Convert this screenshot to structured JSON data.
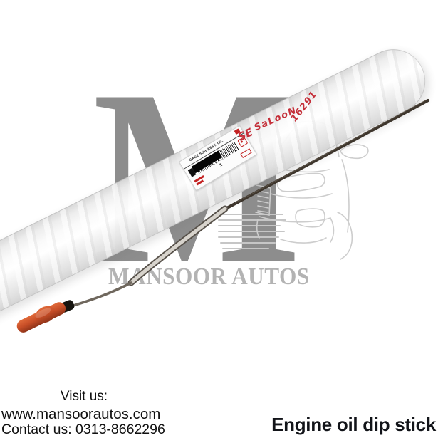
{
  "brand": {
    "watermark_letter": "M",
    "watermark_name": "MANSOOR AUTOS"
  },
  "package": {
    "label": {
      "part_name": "GAGE SUB-ASSY, OIL",
      "quantity": "1"
    },
    "handwriting": {
      "mark1": "SE",
      "mark2": "SaLooN",
      "mark3": "16291"
    }
  },
  "footer": {
    "visit_label": "Visit us:",
    "website": "www.mansoorautos.com",
    "contact": "Contact us: 0313-8662296"
  },
  "caption": "Engine oil dip stick",
  "colors": {
    "watermark_gray": "#8d8d8d",
    "brand_text_gray": "#b3b3b3",
    "handwriting_red": "#c5303a",
    "label_red": "#c32222",
    "handle_orange": "#c74e27",
    "rod_dark": "#3d352c",
    "blade_silver": "#d7d3cc"
  }
}
